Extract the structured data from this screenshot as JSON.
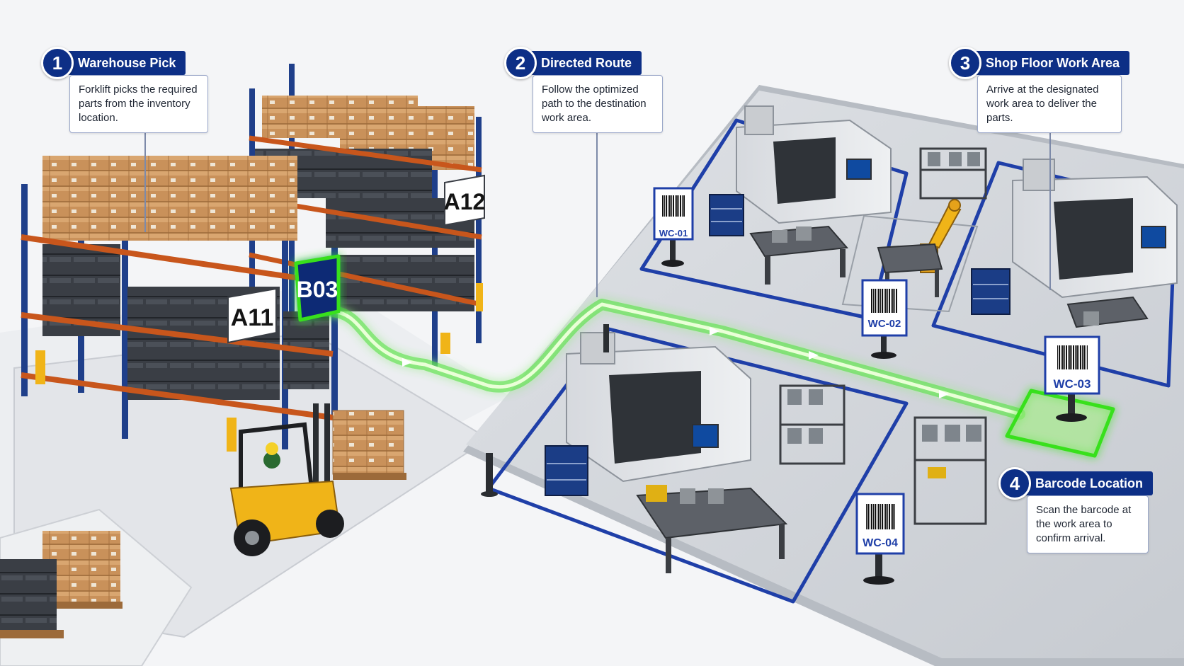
{
  "steps": [
    {
      "number": "1",
      "title": "Warehouse Pick",
      "text": "Forklift picks the required parts from the inventory location."
    },
    {
      "number": "2",
      "title": "Directed Route",
      "text": "Follow the optimized path to the destination work area."
    },
    {
      "number": "3",
      "title": "Shop Floor Work Area",
      "text": "Arrive at the designated work area to deliver the parts."
    },
    {
      "number": "4",
      "title": "Barcode Location",
      "text": "Scan the barcode at the work area to confirm arrival."
    }
  ],
  "rack_labels": {
    "a11": "A11",
    "a12": "A12",
    "b03": "B03"
  },
  "work_centers": {
    "wc01": "WC-01",
    "wc02": "WC-02",
    "wc03": "WC-03",
    "wc04": "WC-04"
  },
  "colors": {
    "brand_navy": "#0d2f86",
    "route_green": "#38e01a",
    "zone_blue": "#1f3fa8",
    "forklift_yellow": "#f0b418",
    "rack_blue": "#1f3f8a",
    "beam_orange": "#c8561c"
  }
}
